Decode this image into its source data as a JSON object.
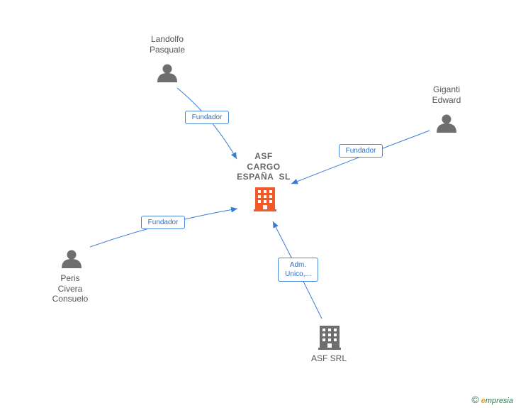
{
  "center": {
    "name_lines": [
      "ASF",
      "CARGO",
      "ESPAÑA  SL"
    ],
    "color": "#f05a28"
  },
  "nodes": {
    "landolfo": {
      "lines": [
        "Landolfo",
        "Pasquale"
      ]
    },
    "giganti": {
      "lines": [
        "Giganti",
        "Edward"
      ]
    },
    "peris": {
      "lines": [
        "Peris",
        "Civera",
        "Consuelo"
      ]
    },
    "asf_srl": {
      "lines": [
        "ASF SRL"
      ]
    }
  },
  "edges": {
    "landolfo": {
      "label": [
        "Fundador"
      ]
    },
    "giganti": {
      "label": [
        "Fundador"
      ]
    },
    "peris": {
      "label": [
        "Fundador"
      ]
    },
    "asf_srl": {
      "label": [
        "Adm.",
        "Unico,..."
      ]
    }
  },
  "colors": {
    "edge": "#3a7bd5",
    "person": "#6e6e6e",
    "company": "#6e6e6e"
  },
  "brand": {
    "symbol": "©",
    "name_initial": "e",
    "name_rest": "mpresia"
  }
}
